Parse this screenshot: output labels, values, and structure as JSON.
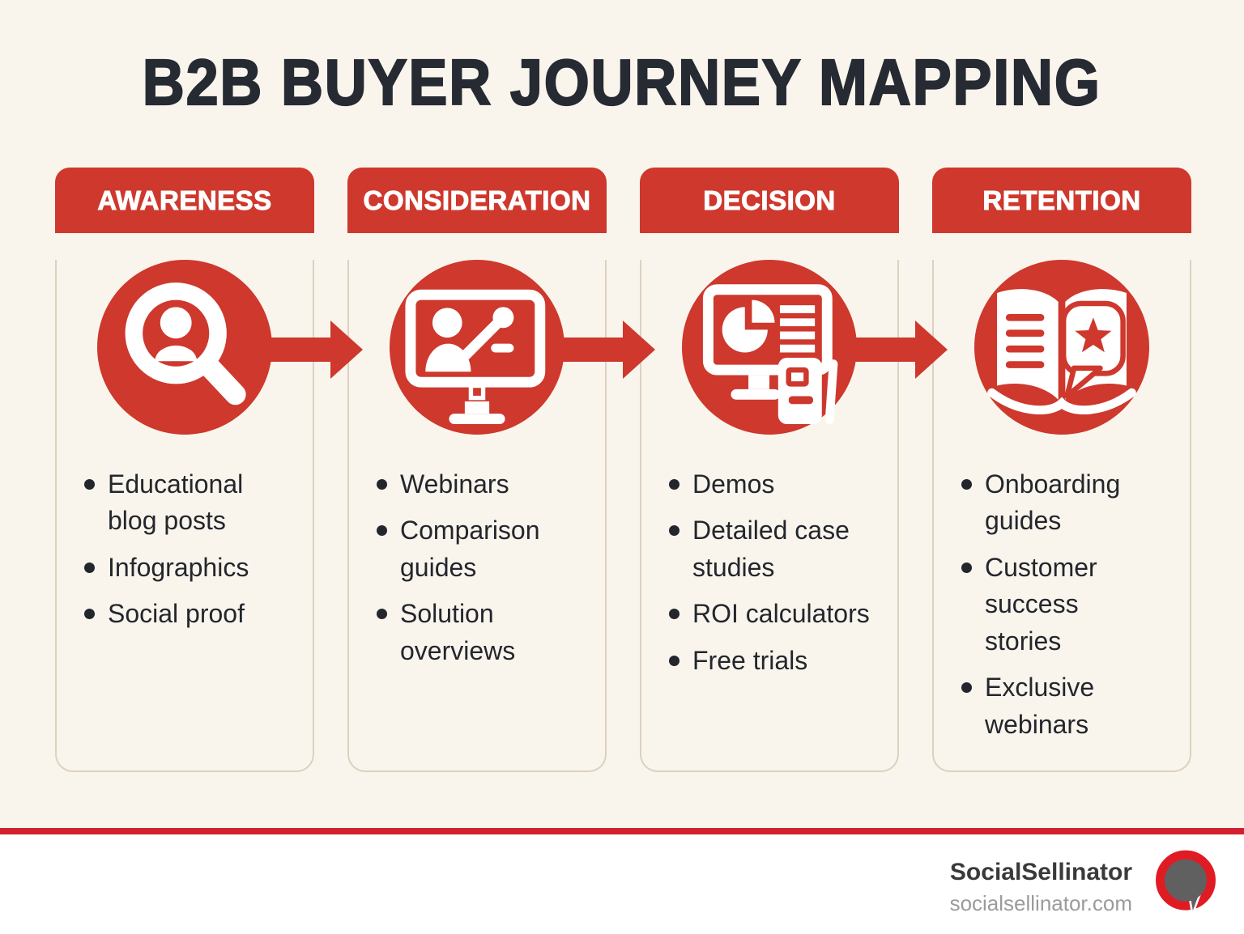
{
  "title": "B2B BUYER JOURNEY MAPPING",
  "stages": [
    {
      "name": "AWARENESS",
      "icon": "user-search-icon",
      "items": [
        "Educational blog posts",
        "Infographics",
        "Social proof"
      ]
    },
    {
      "name": "CONSIDERATION",
      "icon": "webinar-presentation-icon",
      "items": [
        "Webinars",
        "Comparison guides",
        "Solution overviews"
      ]
    },
    {
      "name": "DECISION",
      "icon": "analytics-report-icon",
      "items": [
        "Demos",
        "Detailed case studies",
        "ROI calculators",
        "Free trials"
      ]
    },
    {
      "name": "RETENTION",
      "icon": "guidebook-star-icon",
      "items": [
        "Onboarding guides",
        "Customer success stories",
        "Exclusive webinars"
      ]
    }
  ],
  "footer": {
    "brand": "SocialSellinator",
    "website": "socialsellinator.com"
  },
  "colors": {
    "accent_red": "#CE382D",
    "divider_red": "#D2202F",
    "background_cream": "#FAF5EC",
    "title_text": "#262A33",
    "body_text": "#23262D",
    "card_border": "#DCD1C0",
    "logo_ring_red": "#E01B24",
    "logo_bubble_gray": "#606060"
  }
}
